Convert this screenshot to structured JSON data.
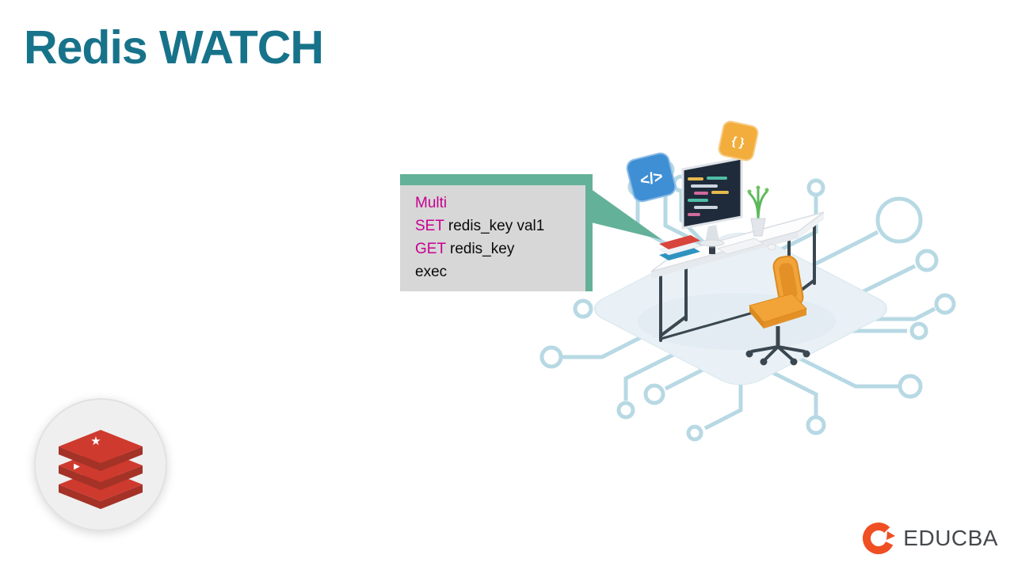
{
  "title": "Redis WATCH",
  "callout": {
    "line1": {
      "keyword": "Multi",
      "text": ""
    },
    "line2": {
      "keyword": "SET",
      "text": " redis_key val1"
    },
    "line3": {
      "keyword": "GET",
      "text": " redis_key"
    },
    "line4": {
      "keyword": "",
      "text": "exec"
    }
  },
  "icons": {
    "code_glyph": "</>",
    "brace_glyph": "{ }"
  },
  "branding": {
    "educba": "EDUCBA"
  },
  "colors": {
    "title_teal": "#17738a",
    "callout_green": "#64b199",
    "callout_gray": "#d7d7d7",
    "keyword_magenta": "#c7008f",
    "trace_blue": "#b7d9e4",
    "chair_orange": "#f2a438",
    "redis_red": "#cf3a2e",
    "educba_orange": "#f04e23"
  }
}
